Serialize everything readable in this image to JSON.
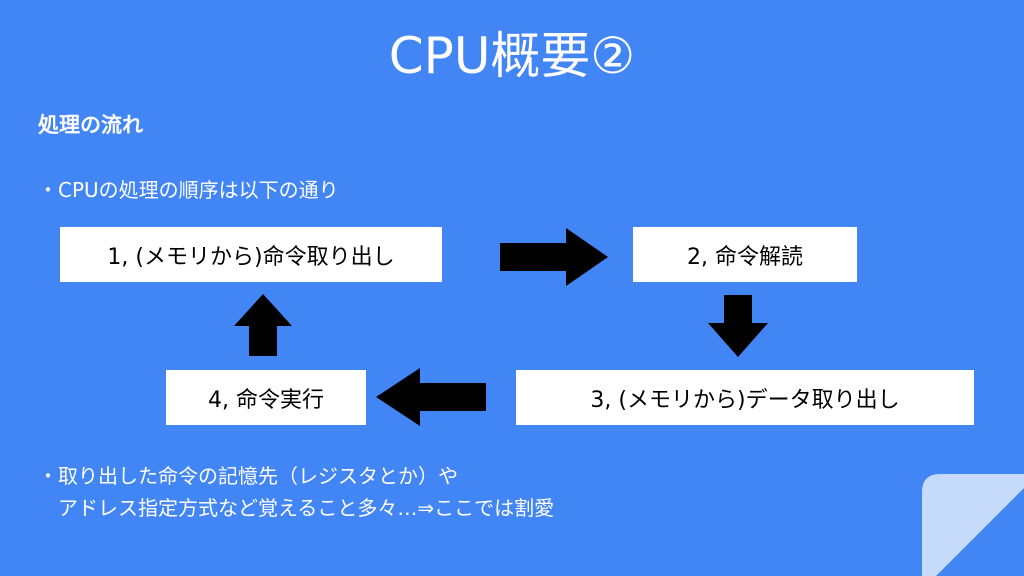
{
  "slide": {
    "title": "CPU概要②",
    "subtitle": "処理の流れ",
    "bullet1": "・CPUの処理の順序は以下の通り",
    "bullet2_line1": "・取り出した命令の記憶先（レジスタとか）や",
    "bullet2_line2": "アドレス指定方式など覚えること多々…⇒ここでは割愛"
  },
  "flow": {
    "steps": [
      "1, (メモリから)命令取り出し",
      "2, 命令解読",
      "3, (メモリから)データ取り出し",
      "4, 命令実行"
    ]
  },
  "colors": {
    "background": "#4285f4",
    "box": "#ffffff",
    "arrow": "#000000",
    "corner": "#c6dafc"
  }
}
